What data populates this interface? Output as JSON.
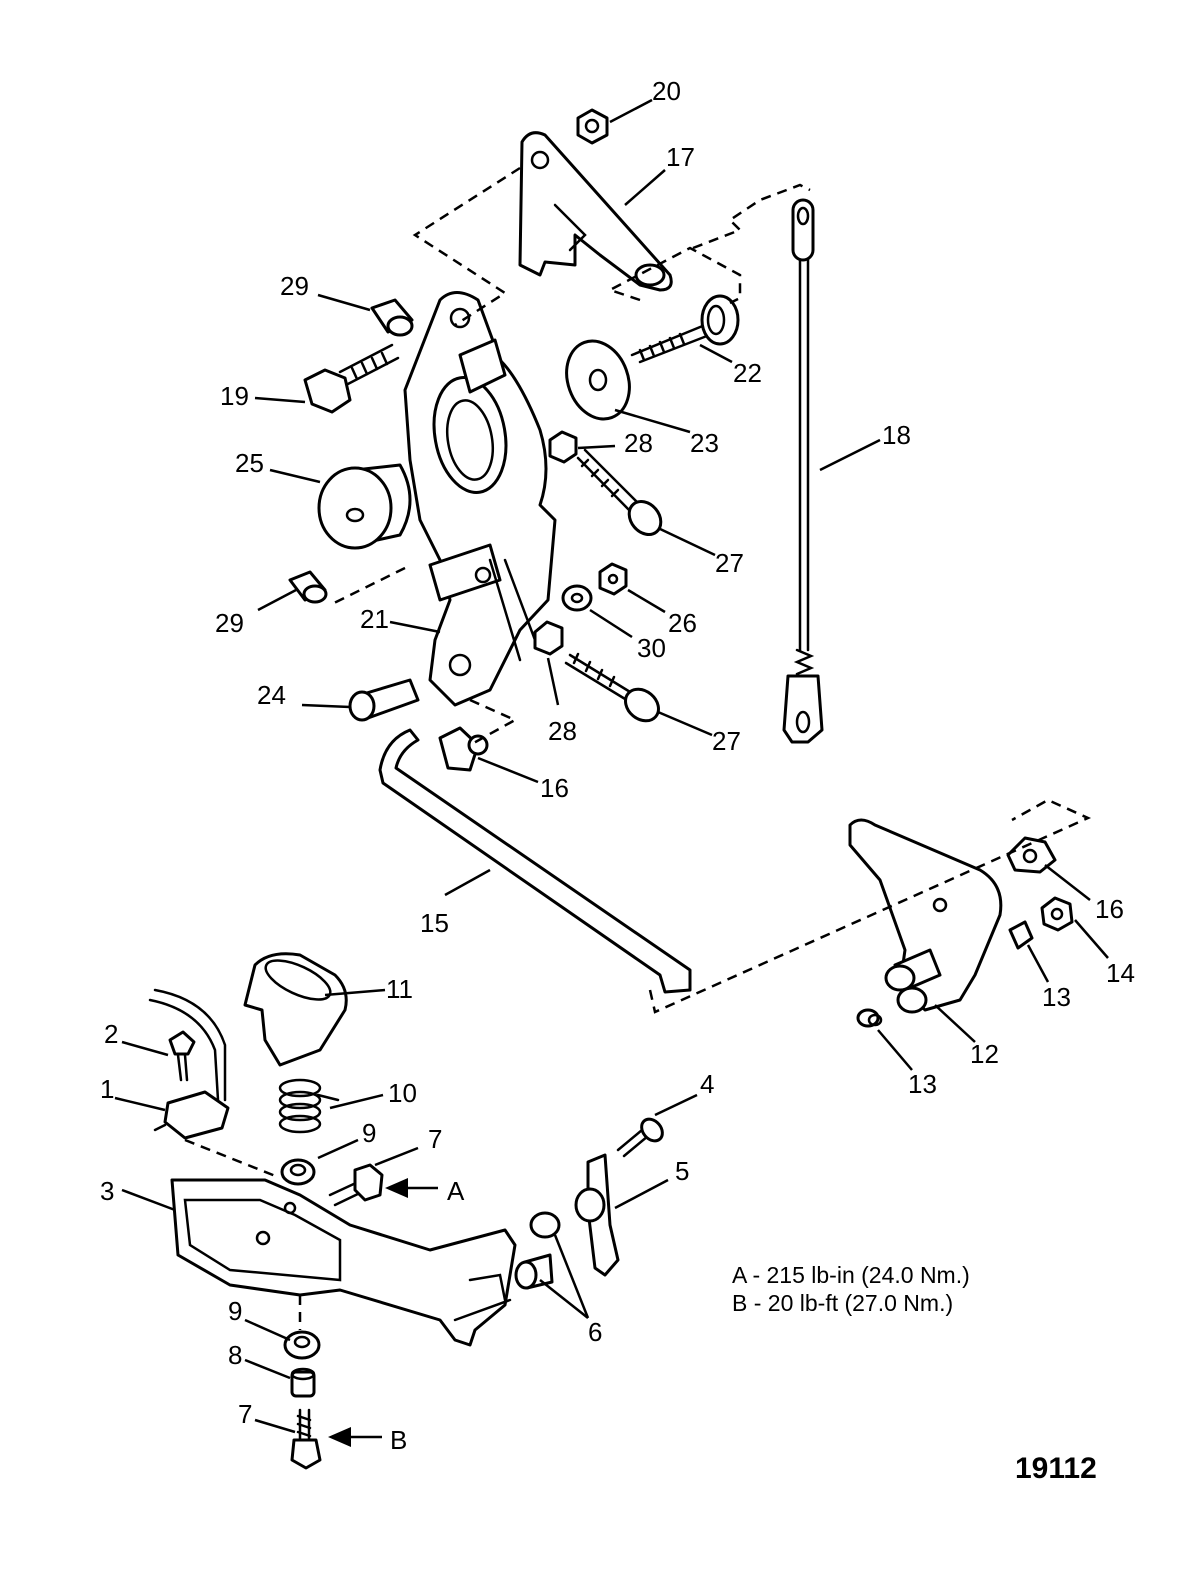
{
  "callouts": [
    {
      "id": "c20",
      "label": "20"
    },
    {
      "id": "c17",
      "label": "17"
    },
    {
      "id": "c29a",
      "label": "29"
    },
    {
      "id": "c22",
      "label": "22"
    },
    {
      "id": "c19",
      "label": "19"
    },
    {
      "id": "c28a",
      "label": "28"
    },
    {
      "id": "c23",
      "label": "23"
    },
    {
      "id": "c18",
      "label": "18"
    },
    {
      "id": "c25",
      "label": "25"
    },
    {
      "id": "c27a",
      "label": "27"
    },
    {
      "id": "c26",
      "label": "26"
    },
    {
      "id": "c29b",
      "label": "29"
    },
    {
      "id": "c21",
      "label": "21"
    },
    {
      "id": "c30",
      "label": "30"
    },
    {
      "id": "c24",
      "label": "24"
    },
    {
      "id": "c28b",
      "label": "28"
    },
    {
      "id": "c27b",
      "label": "27"
    },
    {
      "id": "c16a",
      "label": "16"
    },
    {
      "id": "c15",
      "label": "15"
    },
    {
      "id": "c16b",
      "label": "16"
    },
    {
      "id": "c14",
      "label": "14"
    },
    {
      "id": "c13a",
      "label": "13"
    },
    {
      "id": "c11",
      "label": "11"
    },
    {
      "id": "c12",
      "label": "12"
    },
    {
      "id": "c2",
      "label": "2"
    },
    {
      "id": "c13b",
      "label": "13"
    },
    {
      "id": "c1",
      "label": "1"
    },
    {
      "id": "c10",
      "label": "10"
    },
    {
      "id": "c4",
      "label": "4"
    },
    {
      "id": "c9a",
      "label": "9"
    },
    {
      "id": "c7a",
      "label": "7"
    },
    {
      "id": "c5",
      "label": "5"
    },
    {
      "id": "c3",
      "label": "3"
    },
    {
      "id": "cA",
      "label": "A"
    },
    {
      "id": "c6",
      "label": "6"
    },
    {
      "id": "c9b",
      "label": "9"
    },
    {
      "id": "c8",
      "label": "8"
    },
    {
      "id": "c7b",
      "label": "7"
    },
    {
      "id": "cB",
      "label": "B"
    }
  ],
  "torque_specs": {
    "a": "A - 215 lb-in (24.0 Nm.)",
    "b": "B - 20 lb-ft (27.0 Nm.)"
  },
  "figure_number": "19112"
}
